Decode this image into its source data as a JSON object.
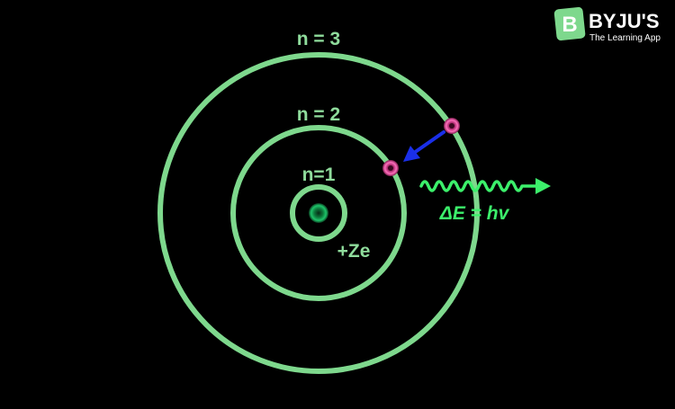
{
  "brand": {
    "name": "BYJU'S",
    "tagline": "The Learning App",
    "logo_letter": "B"
  },
  "orbits": [
    {
      "label": "n=1"
    },
    {
      "label": "n = 2"
    },
    {
      "label": "n = 3"
    }
  ],
  "nucleus": {
    "charge_label": "+Ze"
  },
  "photon": {
    "energy_label": "ΔE = hv"
  },
  "colors": {
    "background": "#000000",
    "orbit": "#7ed88d",
    "orbit_label": "#8fdc9c",
    "nucleus": "#1ec46a",
    "electron": "#e0509e",
    "transition_arrow": "#1a2fe8",
    "photon_wave": "#3cf06b",
    "logo_badge": "#7ed88d"
  },
  "icons": {
    "electron": "electron-icon",
    "nucleus": "nucleus-icon",
    "photon": "photon-wave-icon",
    "logo": "byjus-logo-icon"
  }
}
